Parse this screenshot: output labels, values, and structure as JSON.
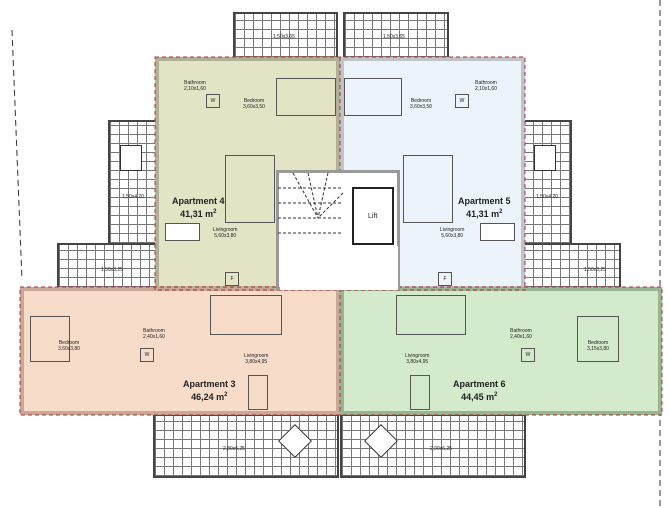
{
  "terraces": {
    "top_left": "1,50x3,65",
    "top_right": "1,50x3,65",
    "left_upper": "1,50x4,20",
    "left_lower": "1,50x3,25",
    "right_upper": "1,50x4,20",
    "right_lower": "1,50x3,25",
    "bottom_left": "2,80x6,25",
    "bottom_right": "2,00x6,25"
  },
  "apartments": [
    {
      "name": "Apartment 4",
      "area": "41,31 m",
      "sup": "2",
      "rooms": [
        {
          "name": "Bathroom",
          "size": "2,10x1,60"
        },
        {
          "name": "Bedroom",
          "size": "3,60x3,50"
        },
        {
          "name": "Livingroom",
          "size": "5,60x3,80"
        }
      ],
      "color": "#e3e3c6"
    },
    {
      "name": "Apartment 5",
      "area": "41,31 m",
      "sup": "2",
      "rooms": [
        {
          "name": "Bathroom",
          "size": "2,10x1,60"
        },
        {
          "name": "Bedroom",
          "size": "3,60x3,50"
        },
        {
          "name": "Livingroom",
          "size": "5,60x3,80"
        }
      ],
      "color": "#ecf3fb"
    },
    {
      "name": "Apartment 3",
      "area": "46,24 m",
      "sup": "2",
      "rooms": [
        {
          "name": "Bedroom",
          "size": "3,60x3,80"
        },
        {
          "name": "Bathroom",
          "size": "2,40x1,60"
        },
        {
          "name": "Livingroom",
          "size": "3,80x4,95"
        }
      ],
      "color": "#f8dcca"
    },
    {
      "name": "Apartment 6",
      "area": "44,45 m",
      "sup": "2",
      "rooms": [
        {
          "name": "Livingroom",
          "size": "3,80x4,95"
        },
        {
          "name": "Bathroom",
          "size": "2,40x1,60"
        },
        {
          "name": "Bedroom",
          "size": "3,15x3,80"
        }
      ],
      "color": "#d3ebcc"
    }
  ],
  "lift": "Lift",
  "symbols": {
    "washer": "W",
    "fridge": "F"
  }
}
